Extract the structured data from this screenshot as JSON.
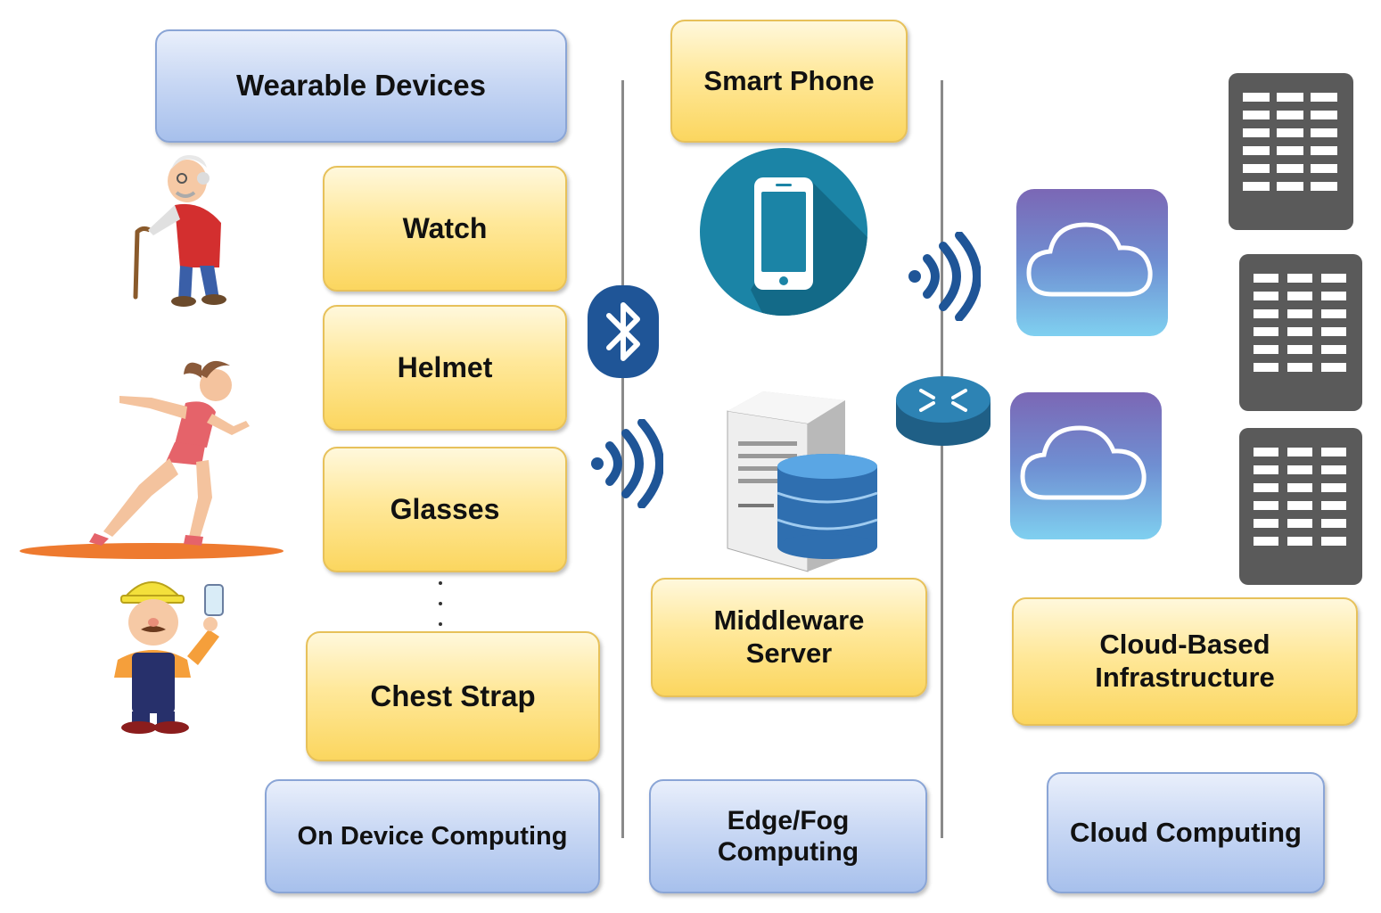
{
  "diagram": {
    "wearable_devices": "Wearable Devices",
    "devices": [
      "Watch",
      "Helmet",
      "Glasses",
      "Chest Strap"
    ],
    "smart_phone": "Smart Phone",
    "middleware_server": "Middleware\nServer",
    "cloud_infrastructure": "Cloud-Based\nInfrastructure",
    "layers": {
      "device": "On Device Computing",
      "edge": "Edge/Fog\nComputing",
      "cloud": "Cloud Computing"
    }
  },
  "colors": {
    "blue_box": "#c9d8f4",
    "yellow_box": "#ffe89a",
    "bluetooth": "#1f5597",
    "wifi": "#1f5597",
    "phone_circle": "#1b84a6",
    "cloud_tile_top": "#7b67b5",
    "cloud_tile_bottom": "#7fd0f0",
    "server_rack": "#5a5a5a"
  },
  "icons": {
    "elderly": "elderly-person-with-cane",
    "runner": "running-woman",
    "worker": "worker-with-helmet",
    "bluetooth": "bluetooth-icon",
    "wifi": "wifi-signal-icon",
    "phone": "smartphone-icon",
    "server": "server-database-icon",
    "router": "router-icon",
    "cloud": "cloud-icon",
    "rack": "server-rack-icon"
  }
}
